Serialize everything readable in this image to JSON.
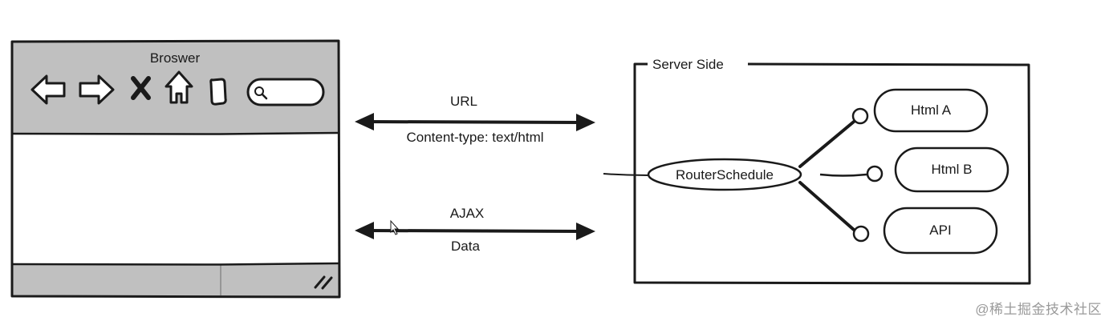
{
  "browser": {
    "title": "Broswer",
    "icons": [
      "back-arrow-icon",
      "forward-arrow-icon",
      "close-icon",
      "home-icon",
      "bookmark-icon",
      "search-icon"
    ],
    "colors": {
      "chrome": "#c0c0c0",
      "content": "#ffffff",
      "stroke": "#1a1a1a"
    }
  },
  "connections": {
    "top": {
      "above": "URL",
      "below": "Content-type: text/html"
    },
    "bottom": {
      "above": "AJAX",
      "below": "Data"
    }
  },
  "server": {
    "title": "Server Side",
    "router": "RouterSchedule",
    "targets": [
      "Html A",
      "Html B",
      "API"
    ]
  },
  "watermark": "@稀土掘金技术社区"
}
